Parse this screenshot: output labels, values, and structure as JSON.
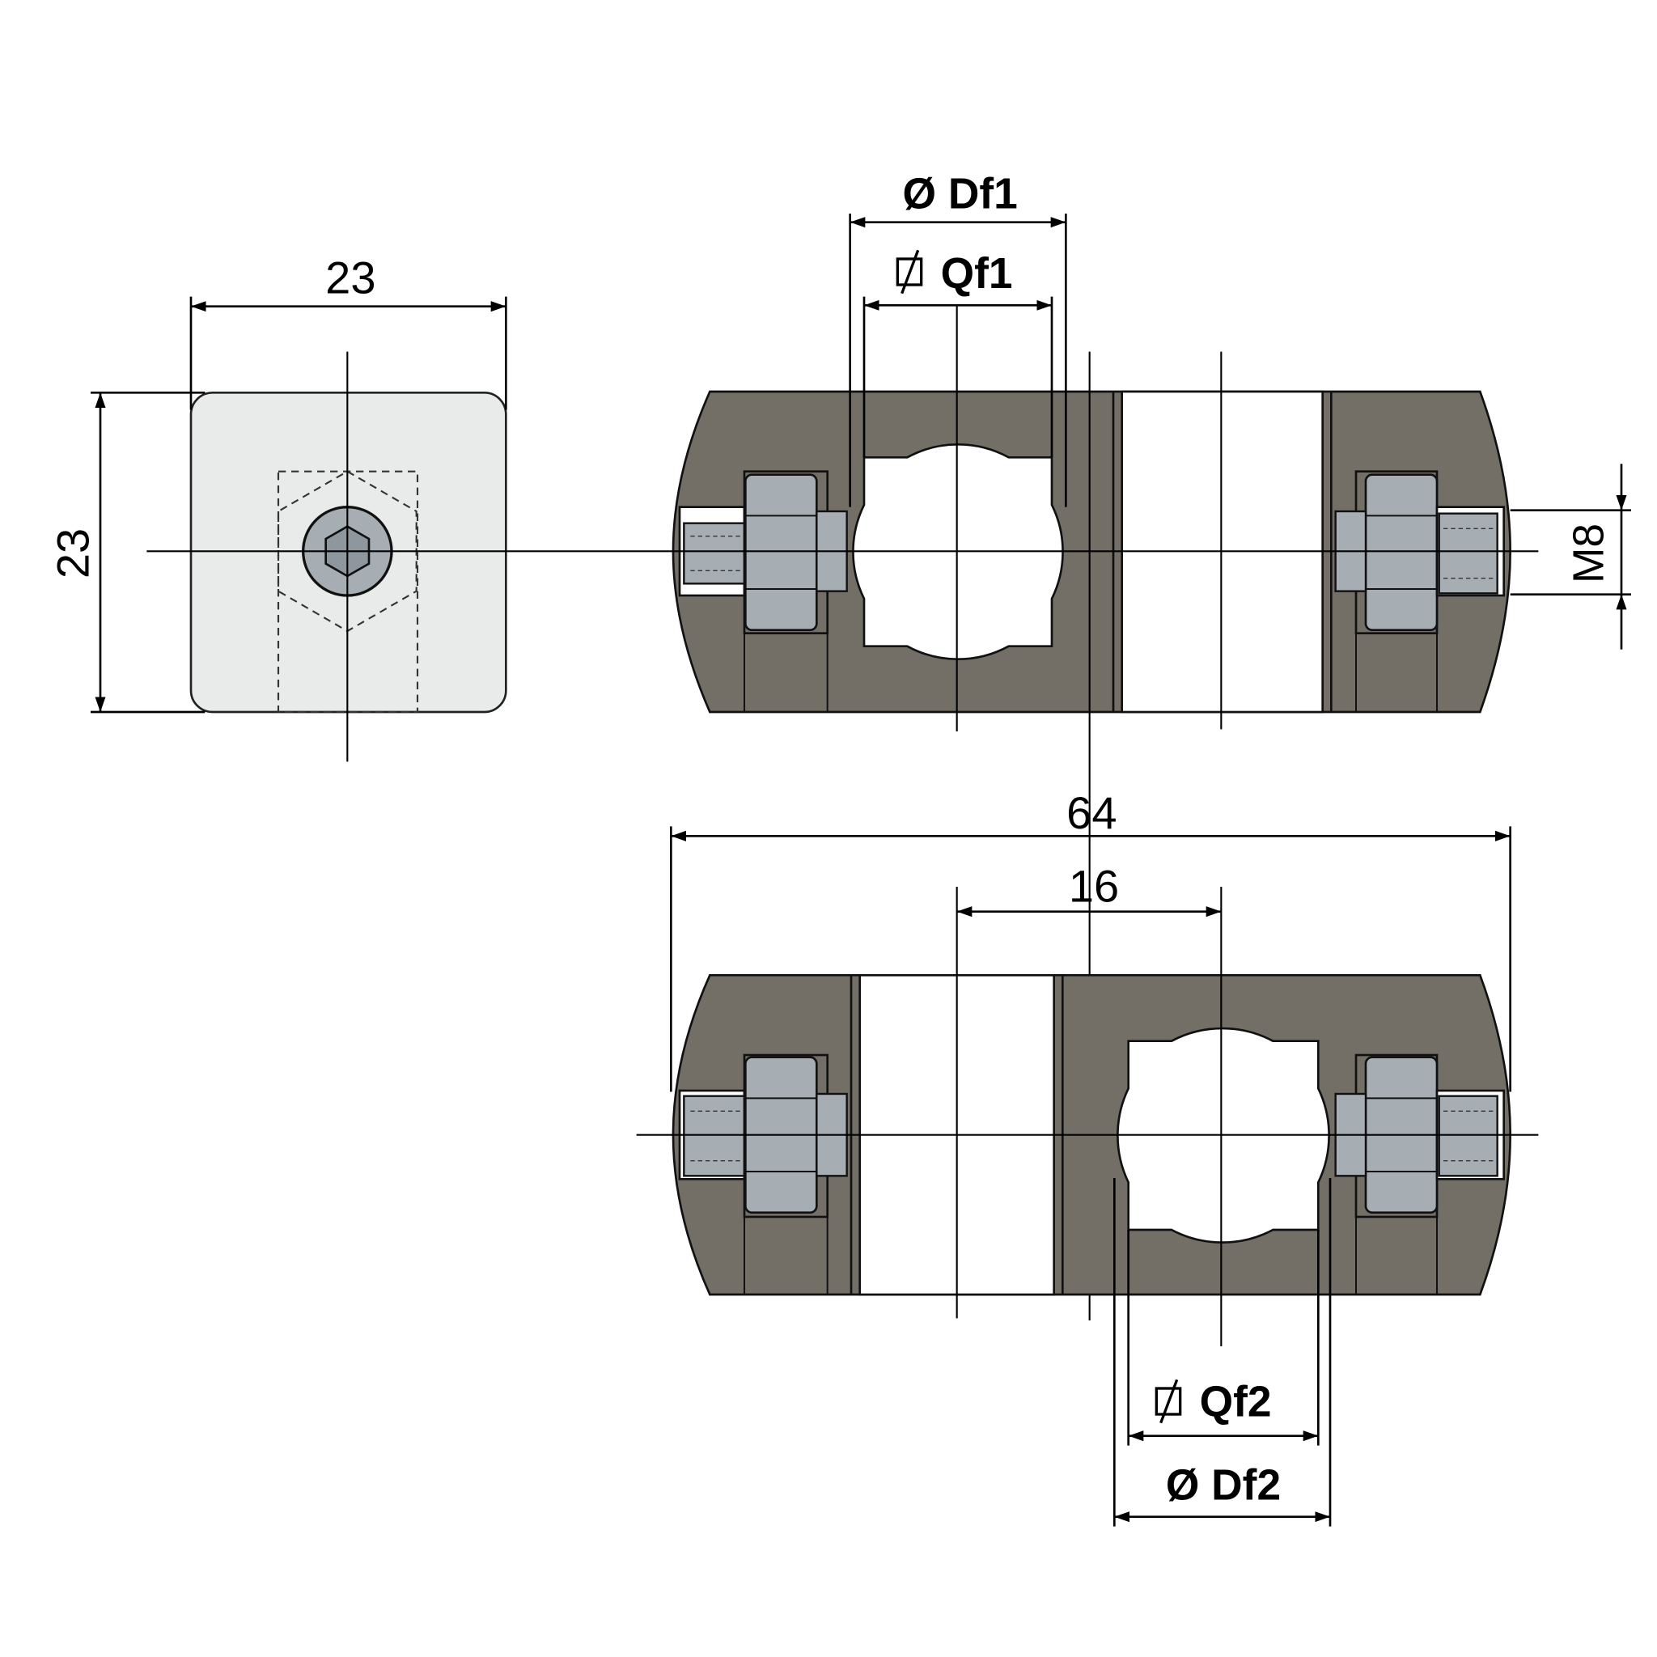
{
  "colors": {
    "body": "#736e66",
    "end_view": "#e9eaea",
    "nut": "#a6aeb4",
    "line": "#000000",
    "background": "#ffffff"
  },
  "dimensions": {
    "end_width": "23",
    "end_height": "23",
    "df1": "Ø Df1",
    "qf1": "Qf1",
    "df2": "Ø Df2",
    "qf2": "Qf2",
    "thread": "M8",
    "overall_length": "64",
    "center_distance": "16"
  },
  "icons": {
    "square_diameter": "square-diameter-symbol",
    "hex_socket": "hex-socket-icon"
  }
}
